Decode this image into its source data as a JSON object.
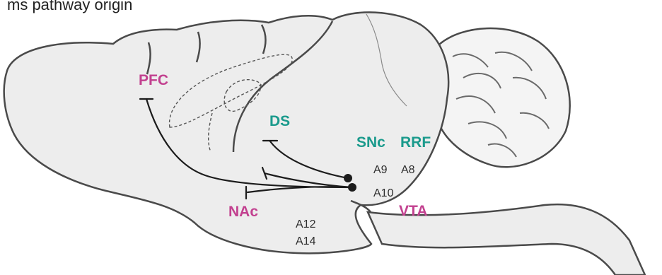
{
  "caption": "ms pathway origin",
  "colors": {
    "magenta": "#c2408f",
    "teal": "#1a9a8c",
    "brain_fill": "#ededed",
    "outline": "#4a4a4a",
    "pathway": "#1c1c1c"
  },
  "regions": {
    "pfc": "PFC",
    "ds": "DS",
    "nac": "NAc",
    "snc": "SNc",
    "rrf": "RRF",
    "vta": "VTA"
  },
  "cell_groups": {
    "a9": "A9",
    "a8": "A8",
    "a10": "A10",
    "a12": "A12",
    "a14": "A14"
  }
}
